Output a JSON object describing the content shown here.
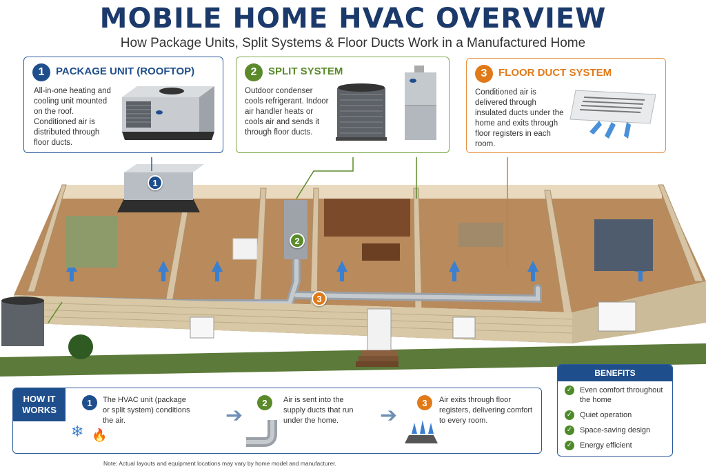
{
  "header": {
    "title": "MOBILE HOME HVAC OVERVIEW",
    "subtitle": "How Package Units, Split Systems & Floor Ducts Work in a Manufactured Home"
  },
  "colors": {
    "blue": "#1f4e8c",
    "green": "#5a8a2a",
    "orange": "#e07a18"
  },
  "cards": [
    {
      "num": "1",
      "title": "PACKAGE UNIT (ROOFTOP)",
      "body": "All-in-one heating and cooling unit mounted on the roof. Conditioned air is distributed through floor ducts.",
      "icon": "rooftop-unit-icon"
    },
    {
      "num": "2",
      "title": "SPLIT SYSTEM",
      "body": "Outdoor condenser cools refrigerant. Indoor air handler heats or cools air and sends it through floor ducts.",
      "icon": "condenser-icon"
    },
    {
      "num": "3",
      "title": "FLOOR DUCT SYSTEM",
      "body": "Conditioned air is delivered through insulated ducts under the home and exits through floor registers in each room.",
      "icon": "floor-register-icon"
    }
  ],
  "markers": [
    "1",
    "2",
    "3"
  ],
  "how_it_works": {
    "label": "HOW IT WORKS",
    "steps": [
      {
        "num": "1",
        "text": "The HVAC unit (package or split system) conditions the air."
      },
      {
        "num": "2",
        "text": "Air is sent into the supply ducts that run under the home."
      },
      {
        "num": "3",
        "text": "Air exits through floor registers, delivering comfort to every room."
      }
    ]
  },
  "benefits": {
    "title": "BENEFITS",
    "items": [
      "Even comfort throughout the home",
      "Quiet operation",
      "Space-saving design",
      "Energy efficient"
    ]
  },
  "note": "Note: Actual layouts and equipment locations may vary by home model and manufacturer."
}
